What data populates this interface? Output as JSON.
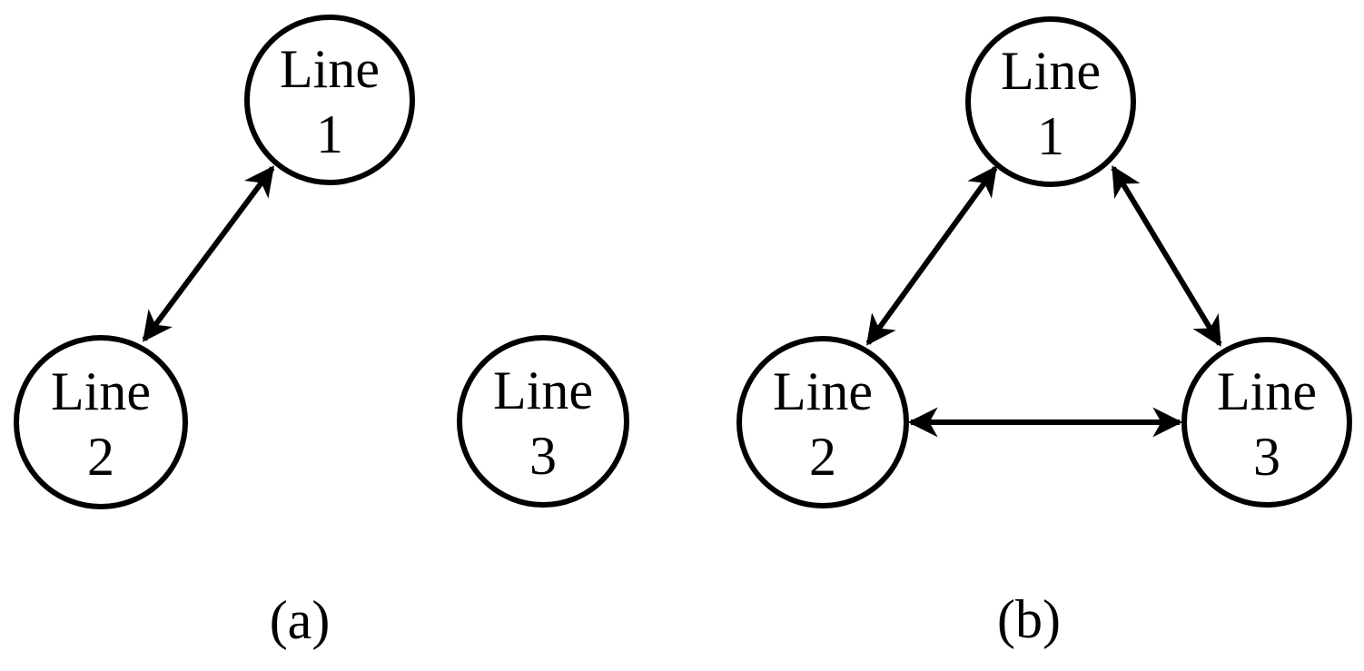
{
  "figure": {
    "background_color": "#ffffff",
    "line_color": "#000000",
    "diagram_a": {
      "caption": "(a)",
      "nodes": [
        {
          "word": "Line",
          "num": "1"
        },
        {
          "word": "Line",
          "num": "2"
        },
        {
          "word": "Line",
          "num": "3"
        }
      ],
      "edges": [
        {
          "from": "Line 1",
          "to": "Line 2",
          "bidirectional": true
        }
      ]
    },
    "diagram_b": {
      "caption": "(b)",
      "nodes": [
        {
          "word": "Line",
          "num": "1"
        },
        {
          "word": "Line",
          "num": "2"
        },
        {
          "word": "Line",
          "num": "3"
        }
      ],
      "edges": [
        {
          "from": "Line 1",
          "to": "Line 2",
          "bidirectional": true
        },
        {
          "from": "Line 1",
          "to": "Line 3",
          "bidirectional": true
        },
        {
          "from": "Line 2",
          "to": "Line 3",
          "bidirectional": true
        }
      ]
    }
  }
}
